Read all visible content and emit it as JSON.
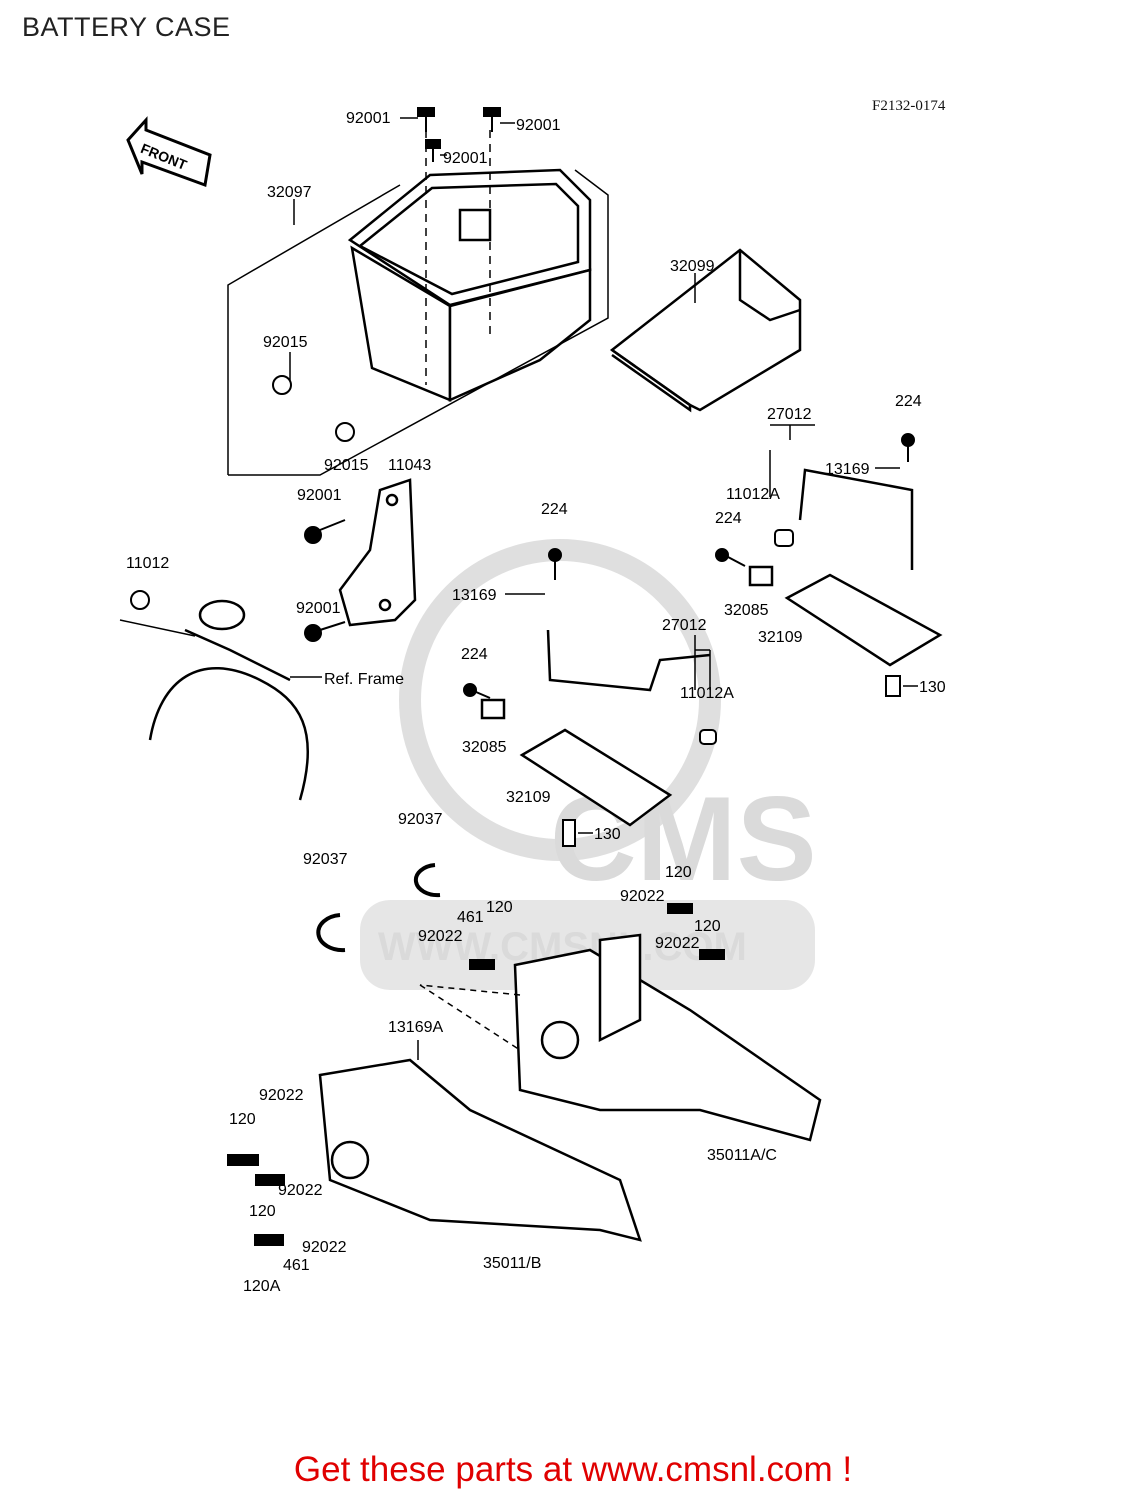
{
  "header": {
    "title": "BATTERY CASE",
    "diagram_code": "F2132-0174"
  },
  "front_arrow": {
    "label": "FRONT",
    "icon": "front-arrow-icon"
  },
  "watermark": {
    "text": "CMS",
    "url": "WWW.CMSNL.COM"
  },
  "footer": {
    "text": "Get these parts at www.cmsnl.com !",
    "color": "#e00000"
  },
  "parts": [
    {
      "label": "92001"
    },
    {
      "label": "92001"
    },
    {
      "label": "92001"
    },
    {
      "label": "32097"
    },
    {
      "label": "32099"
    },
    {
      "label": "92015"
    },
    {
      "label": "92015"
    },
    {
      "label": "11043"
    },
    {
      "label": "92001"
    },
    {
      "label": "92001"
    },
    {
      "label": "27012"
    },
    {
      "label": "224"
    },
    {
      "label": "13169"
    },
    {
      "label": "11012A"
    },
    {
      "label": "224"
    },
    {
      "label": "32085"
    },
    {
      "label": "32109"
    },
    {
      "label": "130"
    },
    {
      "label": "11012"
    },
    {
      "label": "224"
    },
    {
      "label": "13169"
    },
    {
      "label": "27012"
    },
    {
      "label": "224"
    },
    {
      "label": "11012A"
    },
    {
      "label": "32085"
    },
    {
      "label": "32109"
    },
    {
      "label": "130"
    },
    {
      "label": "92037"
    },
    {
      "label": "92037"
    },
    {
      "label": "120"
    },
    {
      "label": "461"
    },
    {
      "label": "120"
    },
    {
      "label": "92022"
    },
    {
      "label": "92022"
    },
    {
      "label": "120"
    },
    {
      "label": "92022"
    },
    {
      "label": "13169A"
    },
    {
      "label": "92022"
    },
    {
      "label": "120"
    },
    {
      "label": "92022"
    },
    {
      "label": "120"
    },
    {
      "label": "92022"
    },
    {
      "label": "461"
    },
    {
      "label": "120A"
    },
    {
      "label": "35011/B"
    },
    {
      "label": "35011A/C"
    }
  ],
  "ref_frame": {
    "label": "Ref. Frame"
  }
}
